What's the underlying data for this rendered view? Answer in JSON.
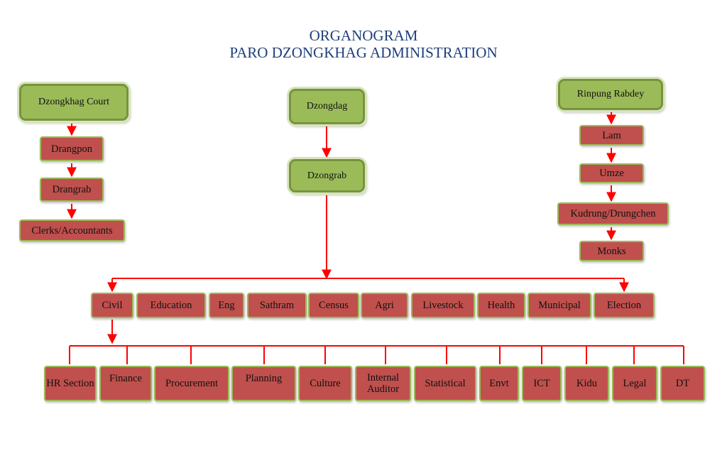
{
  "title_line1": "ORGANOGRAM",
  "title_line2": "PARO DZONGKHAG ADMINISTRATION",
  "colors": {
    "title": "#1f3f7a",
    "green_box": "#9bbb59",
    "red_box": "#c0504d",
    "connector": "#ff0000"
  },
  "court": {
    "head": "Dzongkhag Court",
    "chain": [
      "Drangpon",
      "Drangrab",
      "Clerks/Accountants"
    ]
  },
  "admin": {
    "head": "Dzongdag",
    "deputy": "Dzongrab",
    "sectors": [
      "Civil",
      "Education",
      "Eng",
      "Sathram",
      "Census",
      "Agri",
      "Livestock",
      "Health",
      "Municipal",
      "Election"
    ],
    "civil_units": [
      "HR Section",
      "Finance",
      "Procurement",
      "Planning",
      "Culture",
      "Internal Auditor",
      "Statistical",
      "Envt",
      "ICT",
      "Kidu",
      "Legal",
      "DT"
    ]
  },
  "rabdey": {
    "head": "Rinpung Rabdey",
    "chain": [
      "Lam",
      "Umze",
      "Kudrung/Drungchen",
      "Monks"
    ]
  }
}
